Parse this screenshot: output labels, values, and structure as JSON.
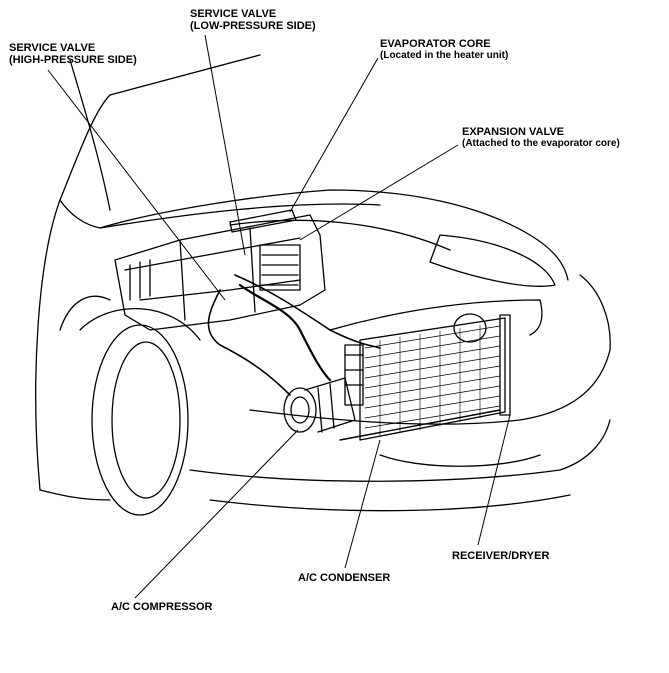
{
  "labels": {
    "service_valve_high": {
      "title": "SERVICE VALVE",
      "sub": "(HIGH-PRESSURE SIDE)"
    },
    "service_valve_low": {
      "title": "SERVICE VALVE",
      "sub": "(LOW-PRESSURE SIDE)"
    },
    "evaporator_core": {
      "title": "EVAPORATOR CORE",
      "sub": "(Located in the heater unit)"
    },
    "expansion_valve": {
      "title": "EXPANSION VALVE",
      "sub": "(Attached to the evaporator core)"
    },
    "receiver_dryer": {
      "title": "RECEIVER/DRYER"
    },
    "ac_condenser": {
      "title": "A/C CONDENSER"
    },
    "ac_compressor": {
      "title": "A/C COMPRESSOR"
    }
  }
}
